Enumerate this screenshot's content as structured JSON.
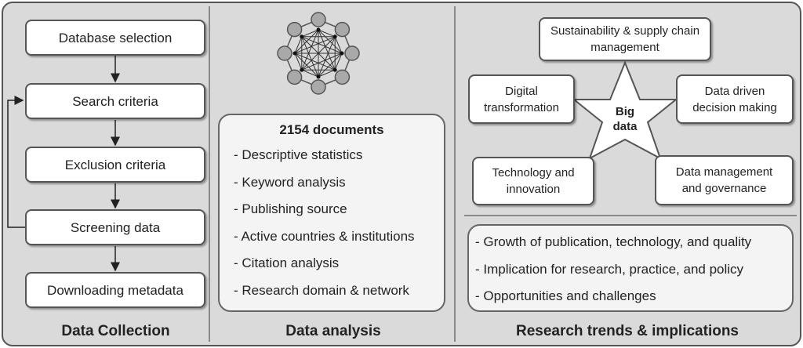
{
  "data_collection": {
    "title": "Data Collection",
    "steps": [
      "Database selection",
      "Search criteria",
      "Exclusion criteria",
      "Screening data",
      "Downloading metadata"
    ]
  },
  "data_analysis": {
    "title": "Data analysis",
    "icon": "network-icon",
    "heading": "2154 documents",
    "items": [
      "- Descriptive statistics",
      "- Keyword analysis",
      "- Publishing source",
      "- Active countries & institutions",
      "- Citation analysis",
      "- Research domain & network"
    ]
  },
  "research_trends": {
    "title": "Research trends & implications",
    "center": [
      "Big",
      "data"
    ],
    "themes": [
      "Sustainability & supply chain management",
      "Digital transformation",
      "Data driven decision making",
      "Technology and innovation",
      "Data management and governance"
    ],
    "implications": [
      "- Growth of publication, technology, and quality",
      "- Implication for research, practice, and policy",
      "- Opportunities and challenges"
    ]
  }
}
